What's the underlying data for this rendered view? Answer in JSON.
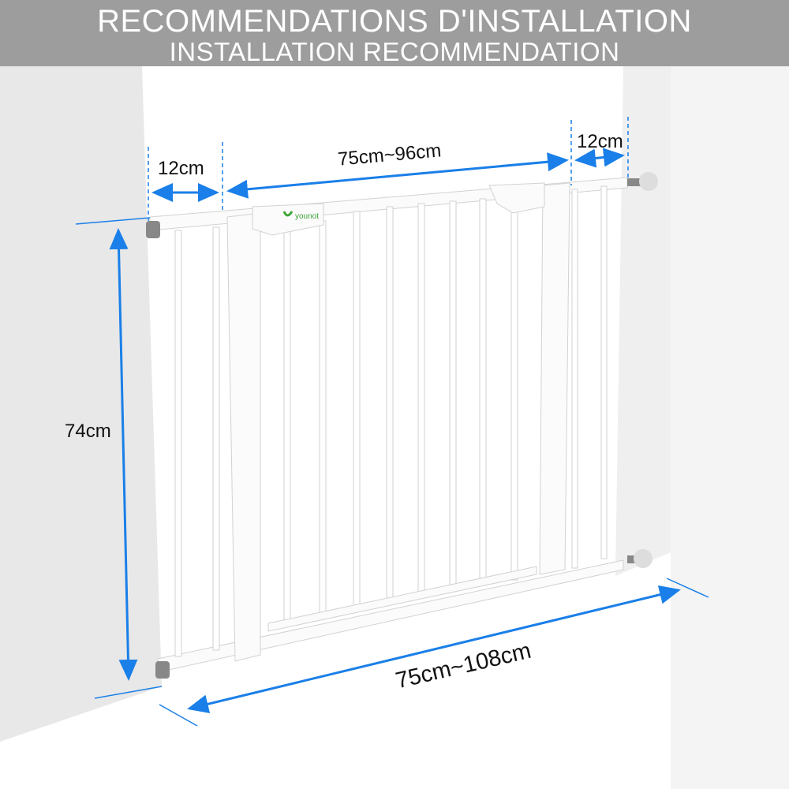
{
  "header": {
    "title_fr": "RECOMMENDATIONS D'INSTALLATION",
    "title_en": "INSTALLATION RECOMMENDATION"
  },
  "brand": "younot",
  "dimensions": {
    "left_extension": "12cm",
    "gate_opening": "75cm~96cm",
    "right_extension": "12cm",
    "height": "74cm",
    "total_width": "75cm~108cm"
  },
  "colors": {
    "arrow": "#1a7fe8",
    "header_bg": "#9d9d9d",
    "brand_green": "#3aa535"
  }
}
